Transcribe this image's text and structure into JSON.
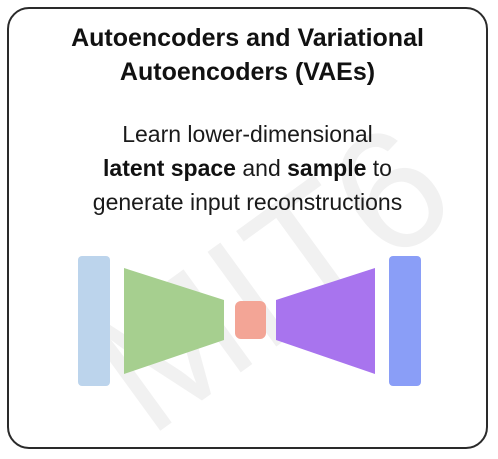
{
  "title": {
    "line1": "Autoencoders and Variational",
    "line2": "Autoencoders (VAEs)"
  },
  "description": {
    "line1": "Learn lower-dimensional",
    "line2_bold1": "latent space",
    "line2_mid": " and ",
    "line2_bold2": "sample",
    "line2_end": " to",
    "line3": "generate input reconstructions"
  },
  "watermark": "MIT6",
  "colors": {
    "input": "#bcd4ec",
    "encoder": "#a6cf8f",
    "latent": "#f3a596",
    "decoder": "#a874ee",
    "output": "#8a9ef7",
    "border": "#2a2a2a"
  }
}
